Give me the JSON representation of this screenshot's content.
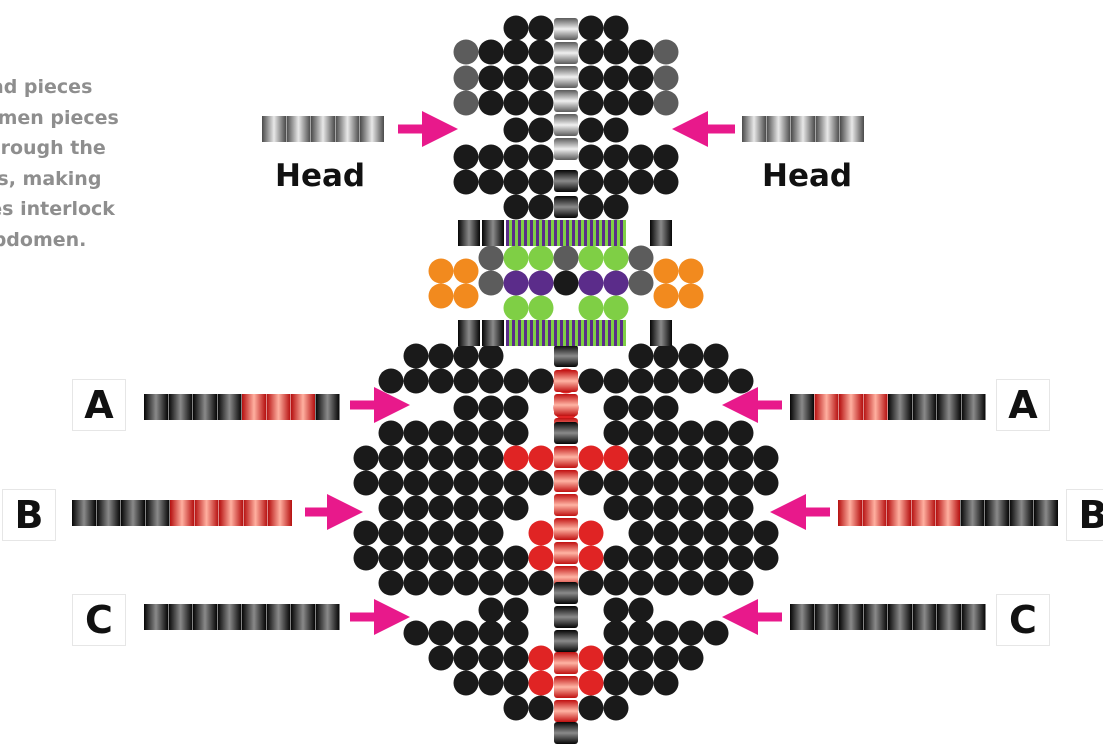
{
  "instructions": [
    "ead pieces",
    "lomen pieces",
    "through the",
    "ies, making",
    "ces interlock",
    "Abdomen."
  ],
  "labels": {
    "head_left": "Head",
    "head_right": "Head",
    "a_left": "A",
    "a_right": "A",
    "b_left": "B",
    "b_right": "B",
    "c_left": "C",
    "c_right": "C"
  },
  "colors": {
    "bead_black": "#1a1a1a",
    "bead_gray": "#5c5c5c",
    "bead_red": "#e02424",
    "bead_orange": "#f28a1e",
    "bead_purple": "#5b2c8a",
    "bead_green": "#7fcf45",
    "arrow_pink": "#e8198b",
    "instruction_text": "#8e8e8e"
  }
}
